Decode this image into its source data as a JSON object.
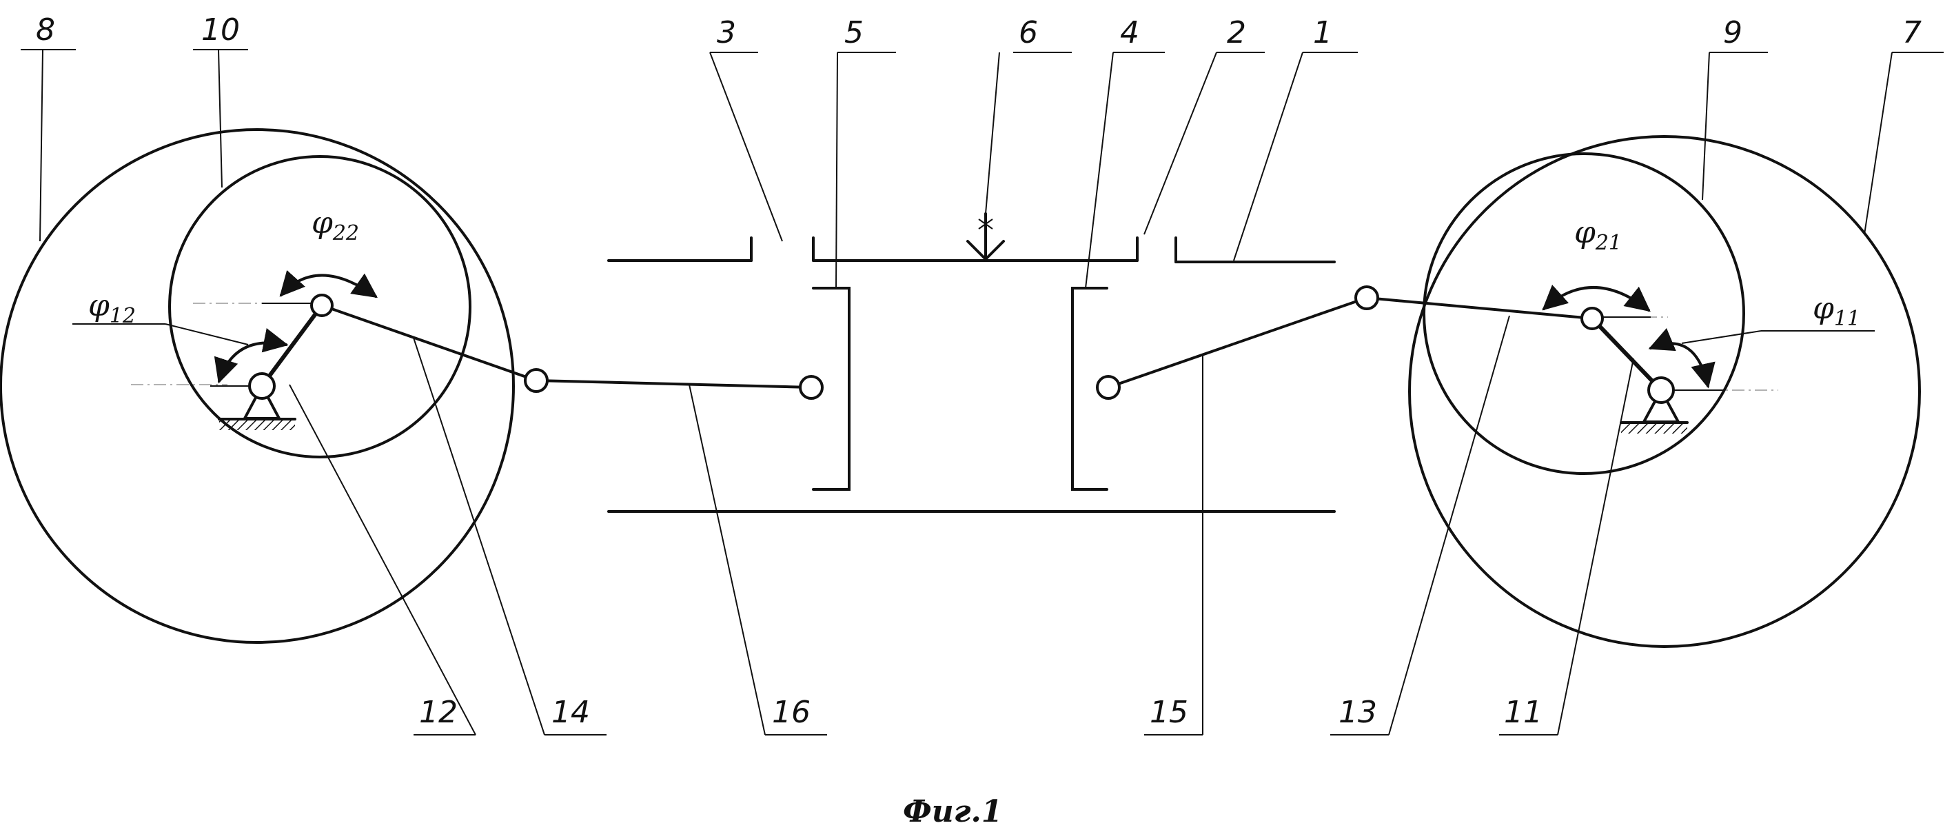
{
  "figure": {
    "caption": "Фиг.1",
    "callouts": [
      "1",
      "2",
      "3",
      "4",
      "5",
      "6",
      "7",
      "8",
      "9",
      "10",
      "11",
      "12",
      "13",
      "14",
      "15",
      "16"
    ],
    "angles": [
      {
        "symbol": "φ",
        "sub": "12"
      },
      {
        "symbol": "φ",
        "sub": "22"
      },
      {
        "symbol": "φ",
        "sub": "21"
      },
      {
        "symbol": "φ",
        "sub": "11"
      }
    ]
  }
}
